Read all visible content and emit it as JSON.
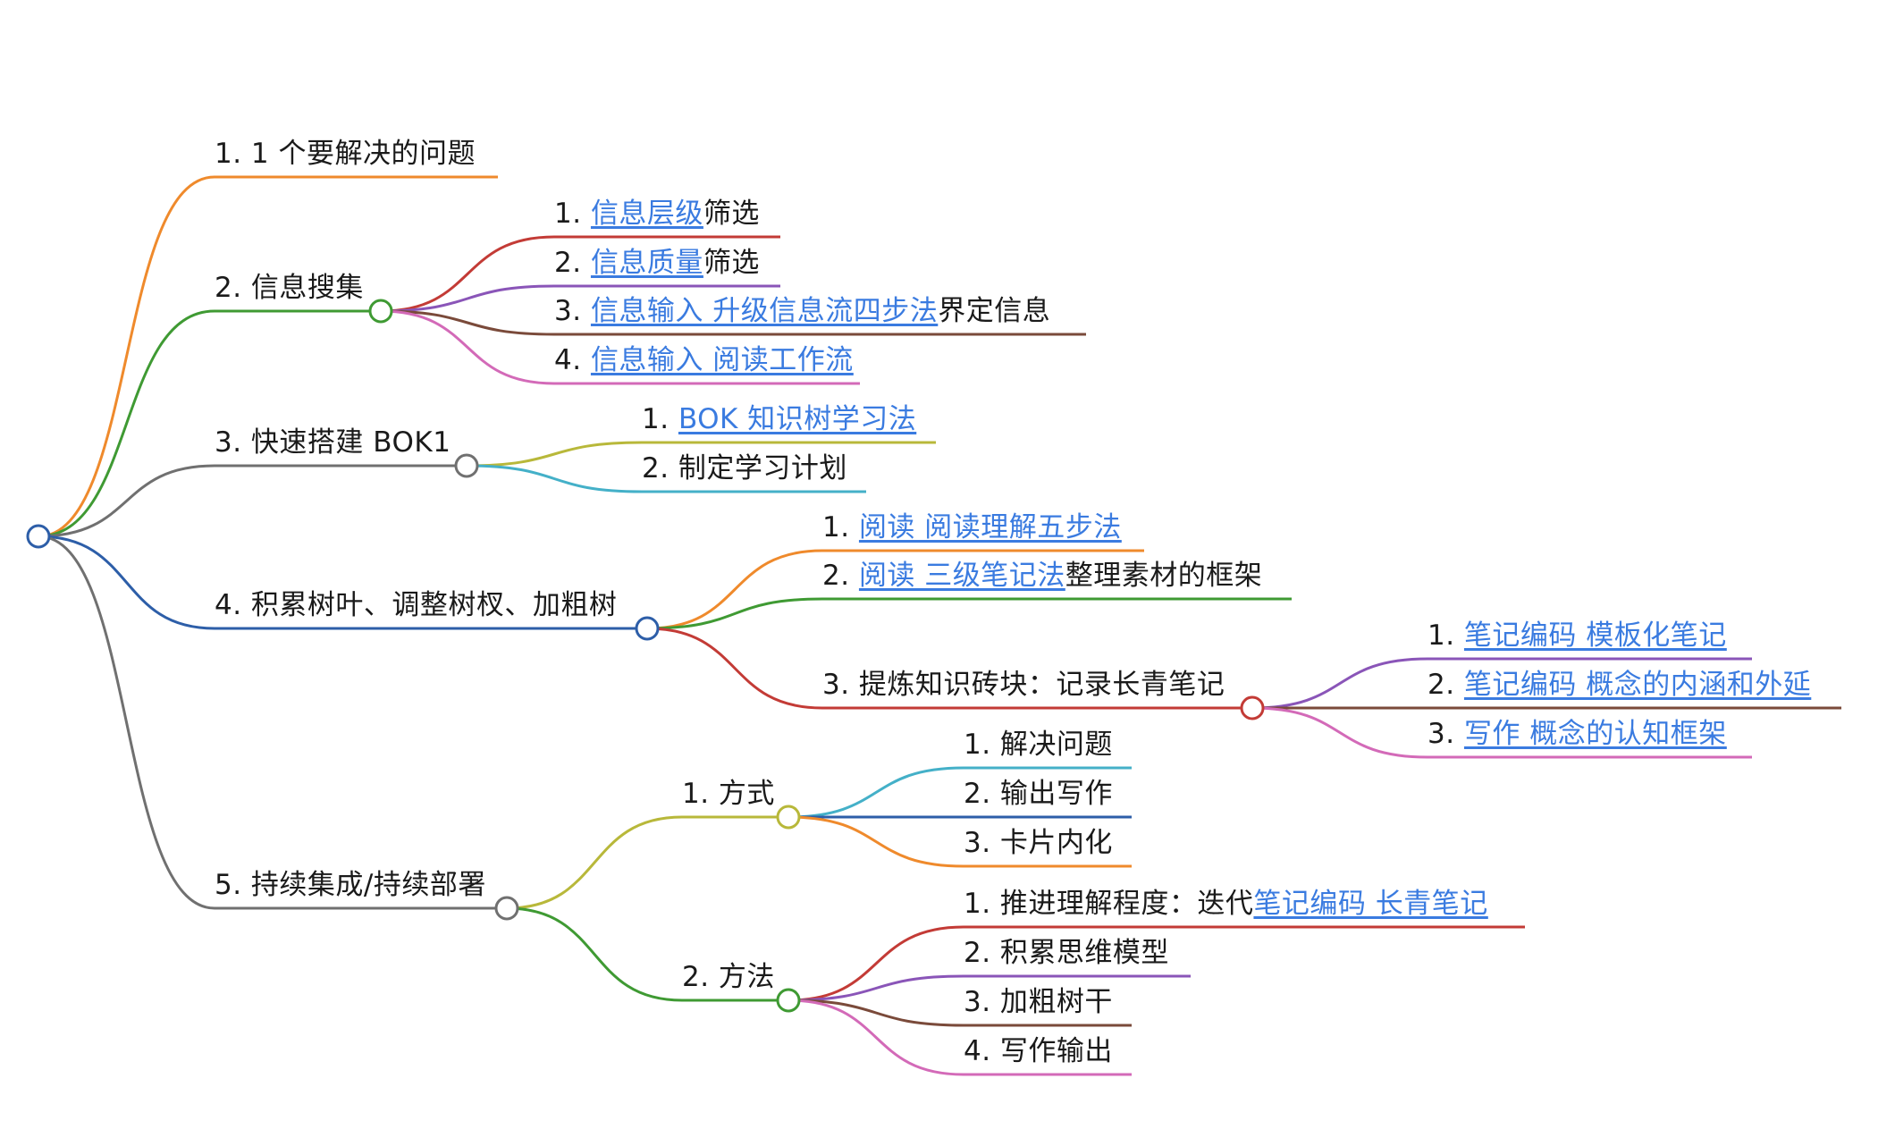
{
  "mindmap": {
    "branches": [
      {
        "key": "b1",
        "color": "#ef8a2c",
        "parts": [
          {
            "text": "1. 1 个要解决的问题"
          }
        ]
      },
      {
        "key": "b2",
        "color": "#3f9a33",
        "parts": [
          {
            "text": "2. 信息搜集"
          }
        ],
        "children": [
          {
            "key": "b2c1",
            "color": "#c33b36",
            "parts": [
              {
                "text": "1. "
              },
              {
                "text": "信息层级",
                "link": true
              },
              {
                "text": "筛选"
              }
            ]
          },
          {
            "key": "b2c2",
            "color": "#8a55b8",
            "parts": [
              {
                "text": "2. "
              },
              {
                "text": "信息质量",
                "link": true
              },
              {
                "text": "筛选"
              }
            ]
          },
          {
            "key": "b2c3",
            "color": "#7a4a3a",
            "parts": [
              {
                "text": "3. "
              },
              {
                "text": "信息输入 升级信息流四步法",
                "link": true
              },
              {
                "text": "界定信息"
              }
            ]
          },
          {
            "key": "b2c4",
            "color": "#d36ab8",
            "parts": [
              {
                "text": "4. "
              },
              {
                "text": "信息输入 阅读工作流",
                "link": true
              }
            ]
          }
        ]
      },
      {
        "key": "b3",
        "color": "#707070",
        "parts": [
          {
            "text": "3. 快速搭建 BOK1"
          }
        ],
        "children": [
          {
            "key": "b3c1",
            "color": "#b8b83a",
            "parts": [
              {
                "text": "1. "
              },
              {
                "text": "BOK 知识树学习法",
                "link": true
              }
            ]
          },
          {
            "key": "b3c2",
            "color": "#44b0c8",
            "parts": [
              {
                "text": "2. 制定学习计划"
              }
            ]
          }
        ]
      },
      {
        "key": "b4",
        "color": "#2d5ea8",
        "parts": [
          {
            "text": "4. 积累树叶、调整树杈、加粗树"
          }
        ],
        "children": [
          {
            "key": "b4c1",
            "color": "#ef8a2c",
            "parts": [
              {
                "text": "1. "
              },
              {
                "text": "阅读 阅读理解五步法",
                "link": true
              }
            ]
          },
          {
            "key": "b4c2",
            "color": "#3f9a33",
            "parts": [
              {
                "text": "2. "
              },
              {
                "text": "阅读 三级笔记法",
                "link": true
              },
              {
                "text": "整理素材的框架"
              }
            ]
          },
          {
            "key": "b4c3",
            "color": "#c33b36",
            "parts": [
              {
                "text": "3. 提炼知识砖块：记录长青笔记"
              }
            ],
            "children": [
              {
                "key": "b4c3a",
                "color": "#8a55b8",
                "parts": [
                  {
                    "text": "1. "
                  },
                  {
                    "text": "笔记编码 模板化笔记",
                    "link": true
                  }
                ]
              },
              {
                "key": "b4c3b",
                "color": "#7a4a3a",
                "parts": [
                  {
                    "text": "2. "
                  },
                  {
                    "text": "笔记编码 概念的内涵和外延",
                    "link": true
                  }
                ]
              },
              {
                "key": "b4c3c",
                "color": "#d36ab8",
                "parts": [
                  {
                    "text": "3. "
                  },
                  {
                    "text": "写作 概念的认知框架",
                    "link": true
                  }
                ]
              }
            ]
          }
        ]
      },
      {
        "key": "b5",
        "color": "#707070",
        "parts": [
          {
            "text": "5. 持续集成/持续部署"
          }
        ],
        "children": [
          {
            "key": "b5c1",
            "color": "#b8b83a",
            "parts": [
              {
                "text": "1. 方式"
              }
            ],
            "children": [
              {
                "key": "b5c1a",
                "color": "#44b0c8",
                "parts": [
                  {
                    "text": "1. 解决问题"
                  }
                ]
              },
              {
                "key": "b5c1b",
                "color": "#2d5ea8",
                "parts": [
                  {
                    "text": "2. 输出写作"
                  }
                ]
              },
              {
                "key": "b5c1c",
                "color": "#ef8a2c",
                "parts": [
                  {
                    "text": "3. 卡片内化"
                  }
                ]
              }
            ]
          },
          {
            "key": "b5c2",
            "color": "#3f9a33",
            "parts": [
              {
                "text": "2. 方法"
              }
            ],
            "children": [
              {
                "key": "b5c2a",
                "color": "#c33b36",
                "parts": [
                  {
                    "text": "1. 推进理解程度：迭代"
                  },
                  {
                    "text": "笔记编码 长青笔记",
                    "link": true
                  }
                ]
              },
              {
                "key": "b5c2b",
                "color": "#8a55b8",
                "parts": [
                  {
                    "text": "2. 积累思维模型"
                  }
                ]
              },
              {
                "key": "b5c2c",
                "color": "#7a4a3a",
                "parts": [
                  {
                    "text": "3. 加粗树干"
                  }
                ]
              },
              {
                "key": "b5c2d",
                "color": "#d36ab8",
                "parts": [
                  {
                    "text": "4. 写作输出"
                  }
                ]
              }
            ]
          }
        ]
      }
    ]
  }
}
